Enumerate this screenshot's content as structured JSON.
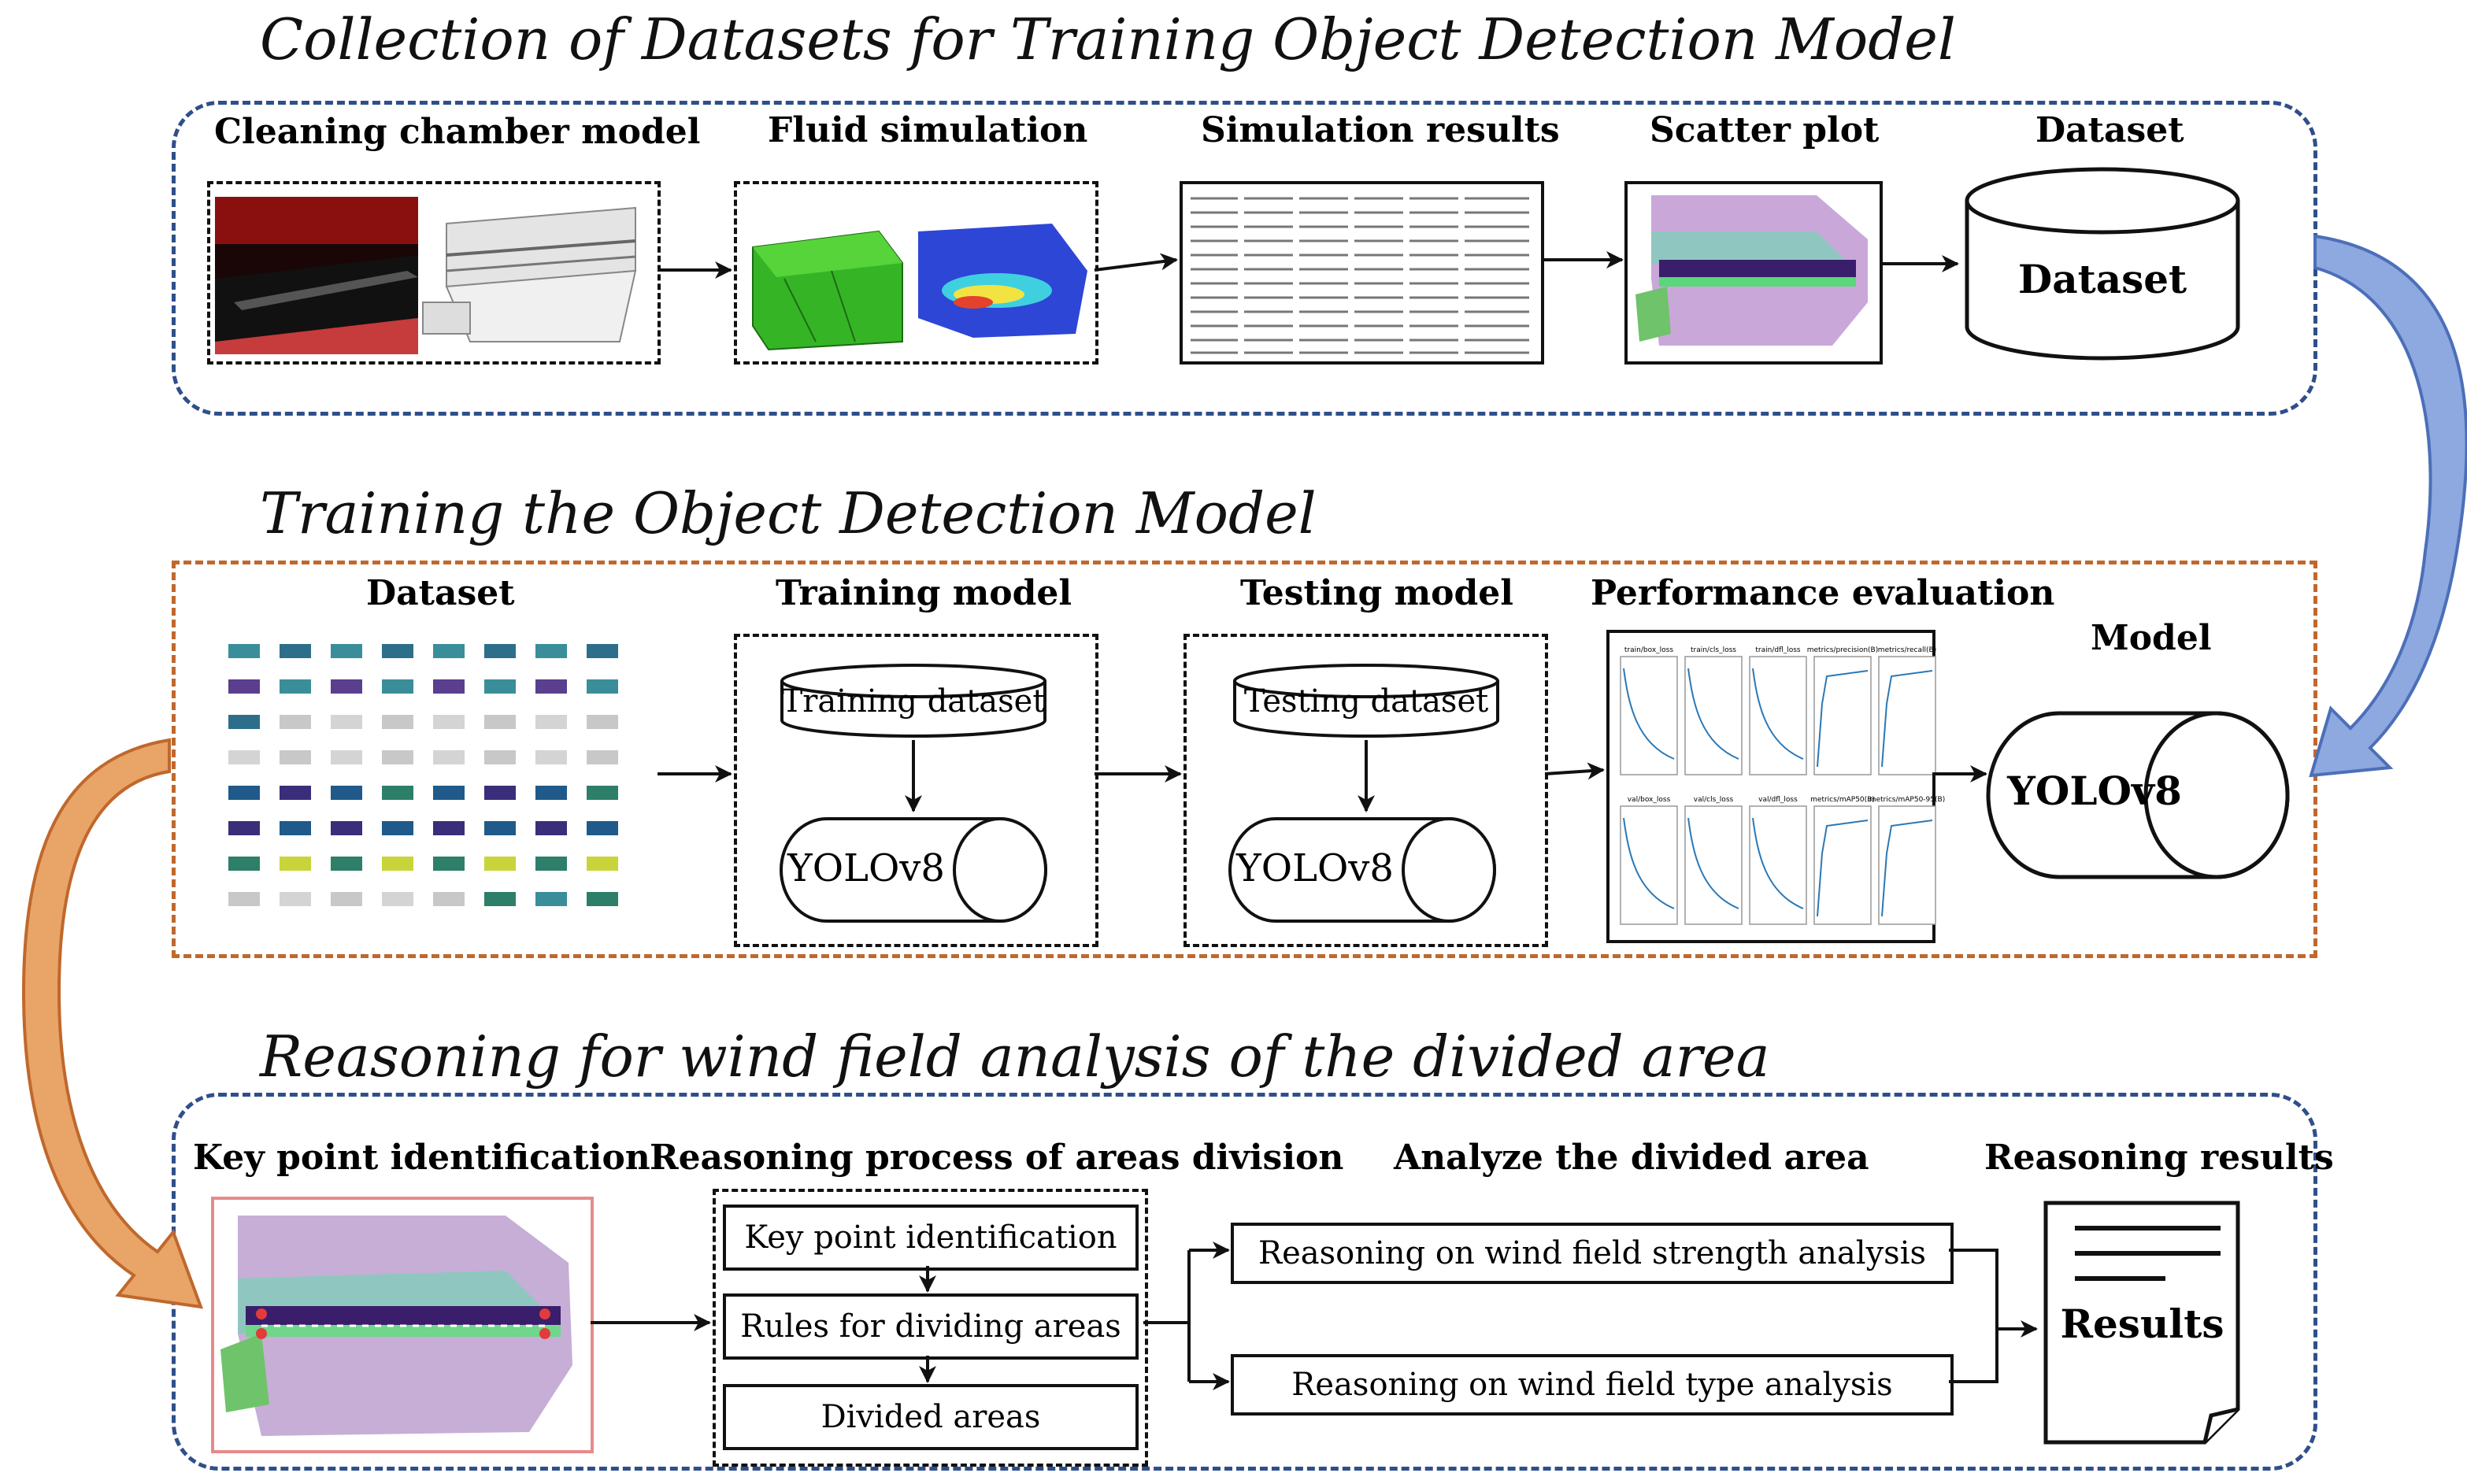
{
  "titles": {
    "collection": "Collection of Datasets for Training Object Detection Model",
    "training": "Training the Object Detection Model",
    "reasoning": "Reasoning for wind field analysis of the divided area"
  },
  "collection": {
    "cleaning_chamber": "Cleaning chamber model",
    "fluid_simulation": "Fluid simulation",
    "simulation_results": "Simulation results",
    "scatter_plot": "Scatter plot",
    "dataset_label": "Dataset",
    "dataset_cylinder": "Dataset"
  },
  "training": {
    "dataset": "Dataset",
    "training_model": "Training model",
    "training_dataset": "Training dataset",
    "yolo_train": "YOLOv8",
    "testing_model": "Testing model",
    "testing_dataset": "Testing dataset",
    "yolo_test": "YOLOv8",
    "performance": "Performance evaluation",
    "model_label": "Model",
    "model_cylinder": "YOLOv8",
    "metric_titles": [
      "train/box_loss",
      "train/cls_loss",
      "train/dfl_loss",
      "metrics/precision(B)",
      "metrics/recall(B)",
      "val/box_loss",
      "val/cls_loss",
      "val/dfl_loss",
      "metrics/mAP50(B)",
      "metrics/mAP50-95(B)"
    ]
  },
  "reasoning": {
    "key_point": "Key point identification",
    "process": "Reasoning process of areas division",
    "step1": "Key point identification",
    "step2": "Rules for dividing areas",
    "step3": "Divided areas",
    "analyze": "Analyze the divided area",
    "strength": "Reasoning on wind field strength analysis",
    "type": "Reasoning on wind field type analysis",
    "results_label": "Reasoning results",
    "results_doc": "Results"
  },
  "colors": {
    "blue_section": "#2f4f8a",
    "orange_section": "#c0682c",
    "blue_arrow": "#6f8fd6",
    "orange_arrow": "#e39a5c"
  }
}
